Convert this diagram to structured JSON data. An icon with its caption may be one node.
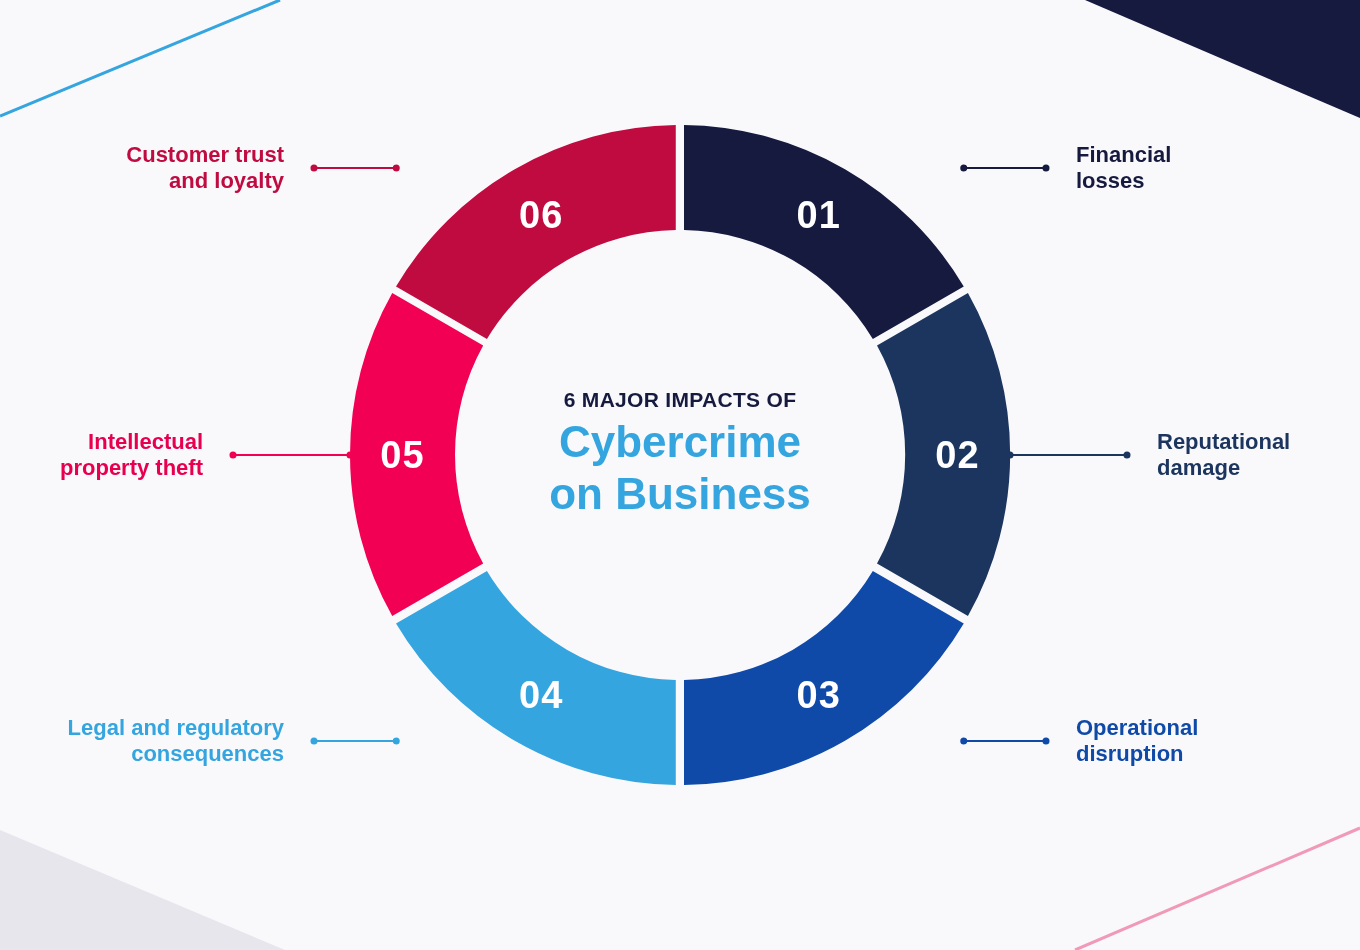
{
  "diagram": {
    "title": "Cybercrime on Business",
    "nodes": [
      {
        "text": [
          "01"
        ]
      },
      {
        "text": [
          "02"
        ]
      },
      {
        "text": [
          "03"
        ]
      },
      {
        "text": [
          "04"
        ]
      },
      {
        "text": [
          "05"
        ]
      },
      {
        "text": [
          "06"
        ]
      },
      {
        "text": [
          "Financial losses"
        ]
      },
      {
        "text": [
          "Reputational damage"
        ]
      },
      {
        "text": [
          "Operational disruption"
        ]
      },
      {
        "text": [
          "Legal and regulatory consequences"
        ]
      },
      {
        "text": [
          "Intellectual property theft"
        ]
      },
      {
        "text": [
          "Customer trust and loyalty"
        ]
      }
    ],
    "edges": [
      {
        "from": 6,
        "to": 0,
        "arrow": "other",
        "color": "#151a3e"
      },
      {
        "from": 7,
        "to": 1,
        "arrow": "other",
        "color": "#1c355e"
      },
      {
        "from": 8,
        "to": 2,
        "arrow": "other",
        "color": "#0f4aa8"
      },
      {
        "from": 9,
        "to": 3,
        "arrow": "other",
        "color": "#35a5df"
      },
      {
        "from": 10,
        "to": 4,
        "arrow": "other",
        "color": "#f20053"
      },
      {
        "from": 11,
        "to": 5,
        "arrow": "other",
        "color": "#c00b40"
      }
    ],
    "labels": [
      "6 MAJOR IMPACTS OF"
    ]
  }
}
